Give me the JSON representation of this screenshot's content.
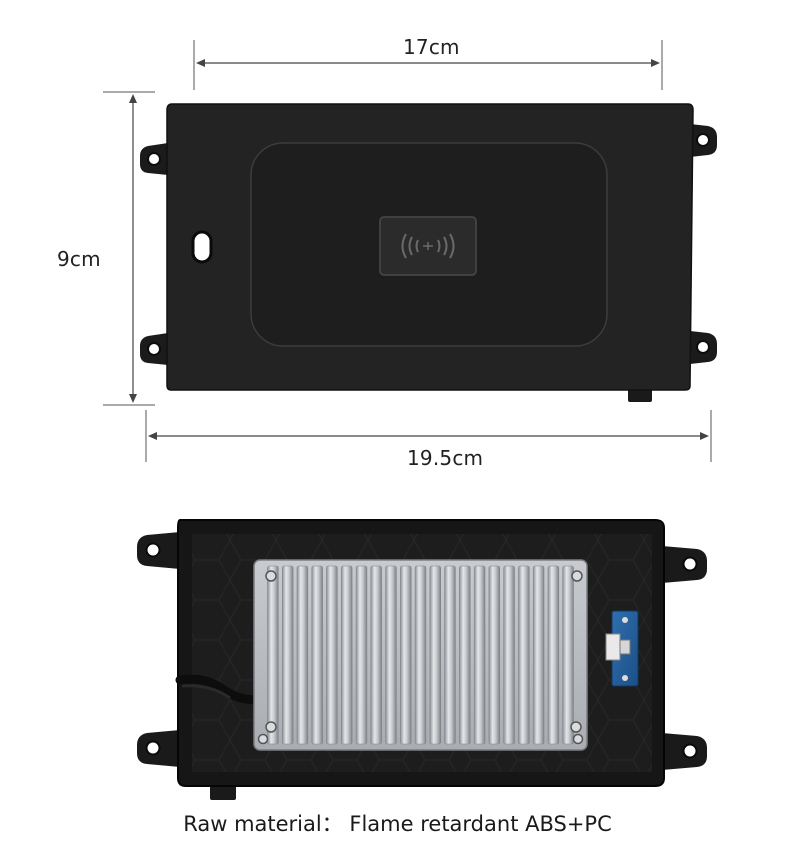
{
  "dimensions": {
    "top_width": "17cm",
    "height": "9cm",
    "full_width": "19.5cm"
  },
  "caption": "Raw material： Flame retardant ABS+PC",
  "icons": {
    "front_pad_symbol": "wireless-charging-icon"
  }
}
